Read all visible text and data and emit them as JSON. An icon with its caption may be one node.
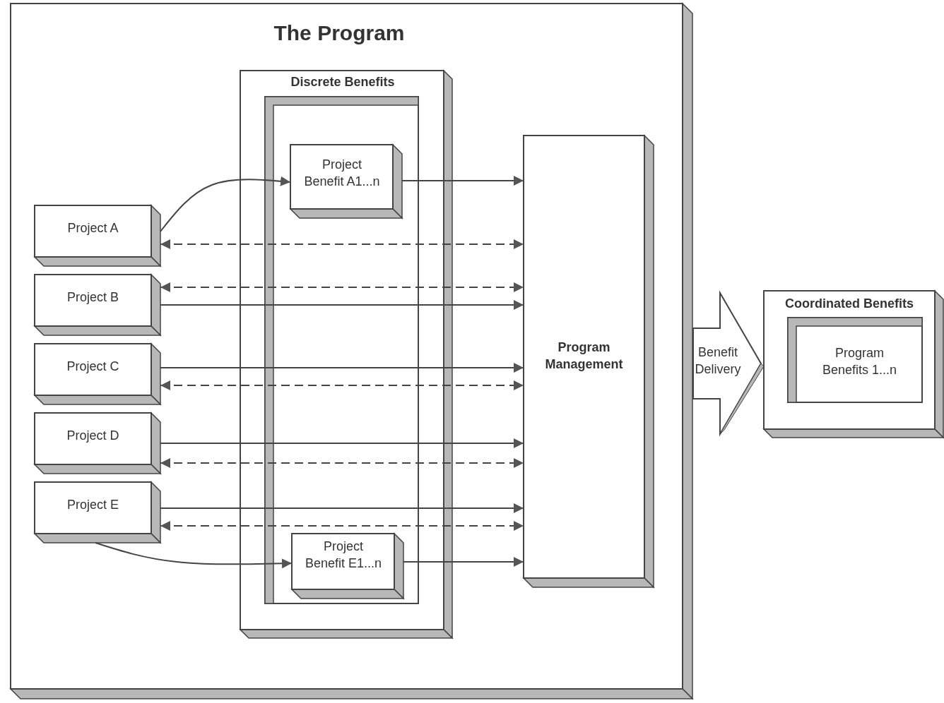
{
  "diagram": {
    "nodes": [
      {
        "text": [
          "The Program"
        ]
      },
      {
        "text": [
          "Discrete Benefits"
        ],
        "in": 0
      },
      {
        "text": [],
        "shape": "box",
        "in": 1
      },
      {
        "text": [
          "Project Benefit A1...n"
        ],
        "in": 2
      },
      {
        "text": [
          "Project Benefit E1...n"
        ],
        "in": 2
      },
      {
        "text": [
          "Project A"
        ],
        "in": 0
      },
      {
        "text": [
          "Project B"
        ],
        "in": 0
      },
      {
        "text": [
          "Project C"
        ],
        "in": 0
      },
      {
        "text": [
          "Project D"
        ],
        "in": 0
      },
      {
        "text": [
          "Project E"
        ],
        "in": 0
      },
      {
        "text": [
          "Program Management"
        ],
        "in": 0
      },
      {
        "text": [
          "Benefit Delivery"
        ]
      },
      {
        "text": [
          "Coordinated Benefits"
        ]
      },
      {
        "text": [
          "Program Benefits 1...n"
        ],
        "in": 12
      }
    ],
    "edges": [
      {
        "from": 5,
        "to": 3,
        "arrow": "to"
      },
      {
        "from": 3,
        "to": 10,
        "arrow": "to"
      },
      {
        "from": 5,
        "to": 10,
        "arrow": "both",
        "style": "dashed"
      },
      {
        "from": 6,
        "to": 10,
        "arrow": "both",
        "style": "dashed"
      },
      {
        "from": 6,
        "to": 10,
        "arrow": "to"
      },
      {
        "from": 7,
        "to": 10,
        "arrow": "to"
      },
      {
        "from": 7,
        "to": 10,
        "arrow": "both",
        "style": "dashed"
      },
      {
        "from": 8,
        "to": 10,
        "arrow": "to"
      },
      {
        "from": 8,
        "to": 10,
        "arrow": "both",
        "style": "dashed"
      },
      {
        "from": 9,
        "to": 10,
        "arrow": "to"
      },
      {
        "from": 9,
        "to": 10,
        "arrow": "both",
        "style": "dashed"
      },
      {
        "from": 9,
        "to": 4,
        "arrow": "to"
      },
      {
        "from": 4,
        "to": 10,
        "arrow": "to"
      }
    ]
  }
}
